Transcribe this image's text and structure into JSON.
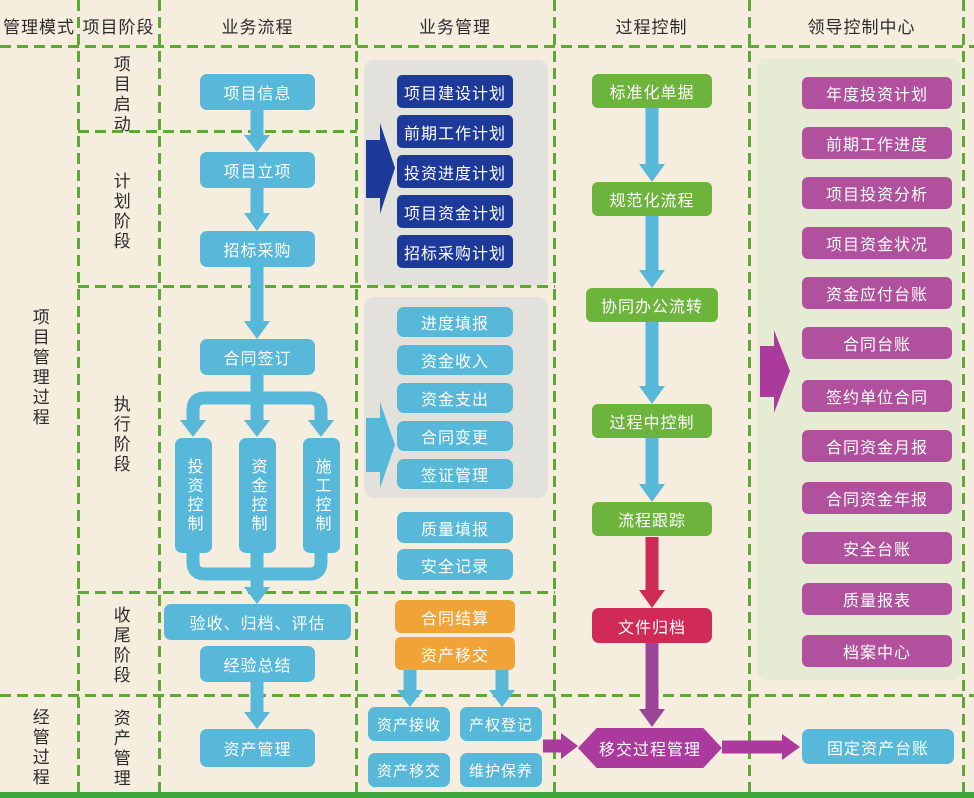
{
  "headers": [
    "管理模式",
    "项目阶段",
    "业务流程",
    "业务管理",
    "过程控制",
    "领导控制中心"
  ],
  "phase_groups": [
    "项目管理过程",
    "经管过程"
  ],
  "stages": [
    "项目启动",
    "计划阶段",
    "执行阶段",
    "收尾阶段",
    "资产管理"
  ],
  "business_flow": [
    "项目信息",
    "项目立项",
    "招标采购",
    "合同签订",
    "投资控制",
    "资金控制",
    "施工控制",
    "验收、归档、评估",
    "经验总结",
    "资产管理"
  ],
  "business_mgmt": {
    "plans": [
      "项目建设计划",
      "前期工作计划",
      "投资进度计划",
      "项目资金计划",
      "招标采购计划"
    ],
    "executions": [
      "进度填报",
      "资金收入",
      "资金支出",
      "合同变更",
      "签证管理"
    ],
    "records": [
      "质量填报",
      "安全记录"
    ],
    "closeout": [
      "合同结算",
      "资产移交"
    ],
    "assets": [
      "资产接收",
      "产权登记",
      "资产移交",
      "维护保养"
    ]
  },
  "process_control": {
    "nodes": [
      "标准化单据",
      "规范化流程",
      "协同办公流转",
      "过程中控制",
      "流程跟踪",
      "文件归档"
    ],
    "hexagon": "移交过程管理"
  },
  "leader_center": {
    "reports": [
      "年度投资计划",
      "前期工作进度",
      "项目投资分析",
      "项目资金状况",
      "资金应付台账",
      "合同台账",
      "签约单位合同",
      "合同资金月报",
      "合同资金年报",
      "安全台账",
      "质量报表",
      "档案中心"
    ],
    "asset_ledger": "固定资产台账"
  },
  "colors": {
    "background": "#f5edde",
    "grid_green": "#5fa737",
    "flow_blue": "#57b8d9",
    "plan_navy": "#1d3a9b",
    "control_green": "#6db43d",
    "report_magenta": "#b1519e",
    "closeout_orange": "#f0a438",
    "archive_red": "#d02b56",
    "transfer_magenta": "#aa3b9d",
    "purple_arrow": "#9a4597"
  }
}
